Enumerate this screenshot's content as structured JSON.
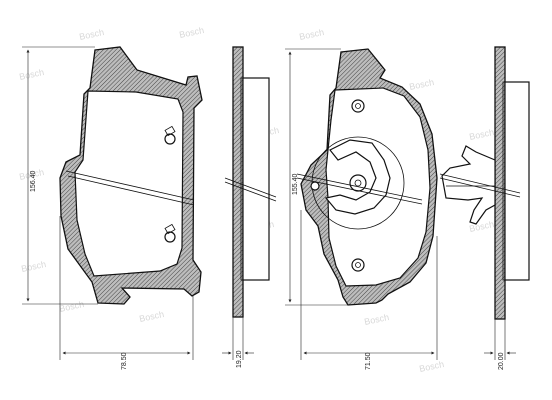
{
  "dimensions": {
    "left_pad_height": "156.40",
    "left_pad_width": "78.50",
    "left_pad_thickness": "19.20",
    "right_pad_height": "155.40",
    "right_pad_width": "71.50",
    "right_pad_thickness": "20.00"
  },
  "watermark": {
    "brand": "Bosch"
  },
  "colors": {
    "line": "#111111",
    "hatch": "#555555",
    "watermark": "#d8d8d8",
    "background": "#ffffff"
  }
}
